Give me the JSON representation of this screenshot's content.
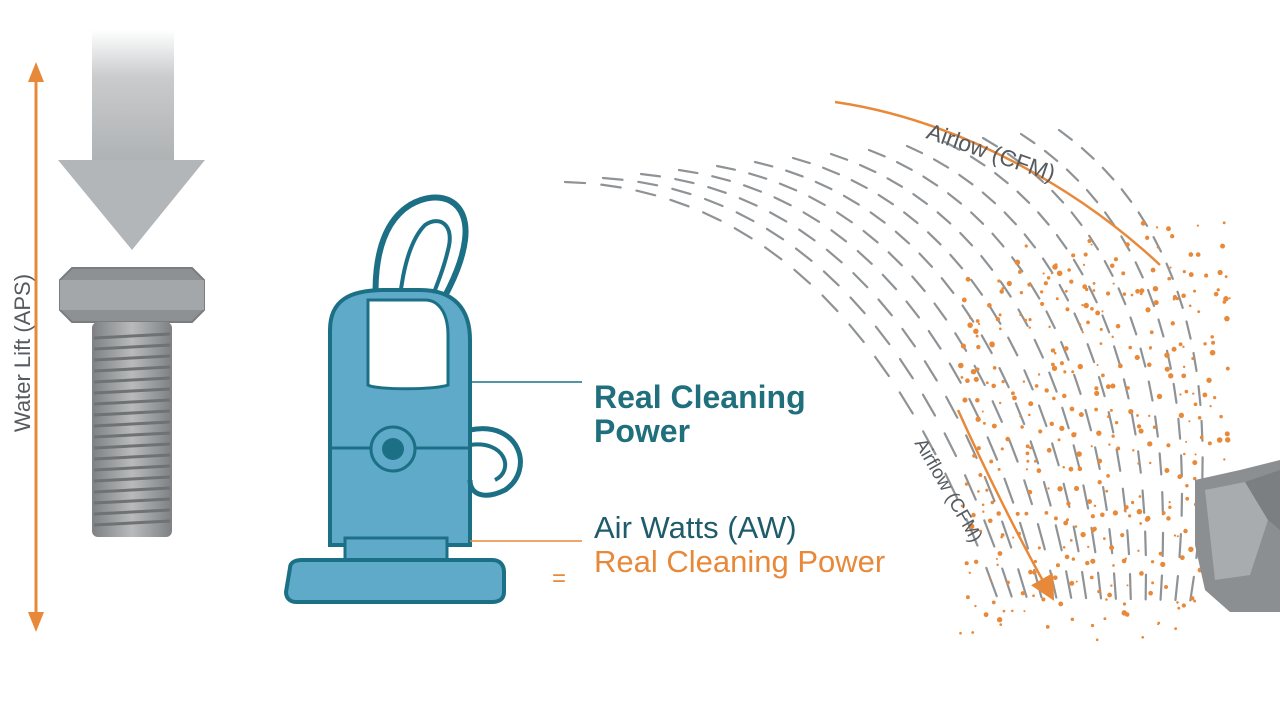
{
  "labels": {
    "vertical_axis": "Water Lift (APS)",
    "airflow_top": "Airlow (CFM)",
    "airflow_lower": "Airflow (CFM)",
    "real_cleaning_power": "Real Cleaning Power",
    "air_watts": "Air Watts (AW)",
    "equals_sign": "=",
    "real_cleaning_power_orange": "Real Cleaning Power"
  },
  "colors": {
    "orange": "#e8893a",
    "teal": "#1f6f7d",
    "vacuum_body": "#5fa9c9",
    "vacuum_outline": "#1c7085",
    "gray_arrow": "#b9bcbe",
    "bolt": "#9a9c9e"
  },
  "icons": {
    "down_arrow": "down-arrow-icon",
    "bolt": "bolt-icon",
    "vacuum": "vacuum-cleaner-icon",
    "rock": "rock-icon"
  }
}
